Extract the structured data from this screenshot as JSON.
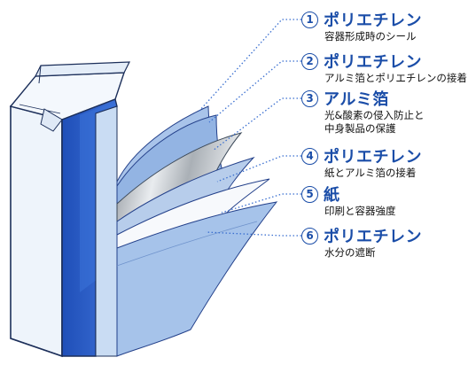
{
  "colors": {
    "label_blue": "#1a4da8",
    "carton_dark": "#2d5cc0",
    "carton_light": "#e8f1fb",
    "foil_silver": "#b9bec4",
    "leader_dots": "#3a6fd0"
  },
  "layers": [
    {
      "number": "①",
      "name": "ポリエチレン",
      "description": [
        "容器形成時のシール"
      ]
    },
    {
      "number": "②",
      "name": "ポリエチレン",
      "description": [
        "アルミ箔とポリエチレンの接着"
      ]
    },
    {
      "number": "③",
      "name": "アルミ箔",
      "description": [
        "光&酸素の侵入防止と",
        "中身製品の保護"
      ]
    },
    {
      "number": "④",
      "name": "ポリエチレン",
      "description": [
        "紙とアルミ箔の接着"
      ]
    },
    {
      "number": "⑤",
      "name": "紙",
      "description": [
        "印刷と容器強度"
      ]
    },
    {
      "number": "⑥",
      "name": "ポリエチレン",
      "description": [
        "水分の遮断"
      ]
    }
  ]
}
